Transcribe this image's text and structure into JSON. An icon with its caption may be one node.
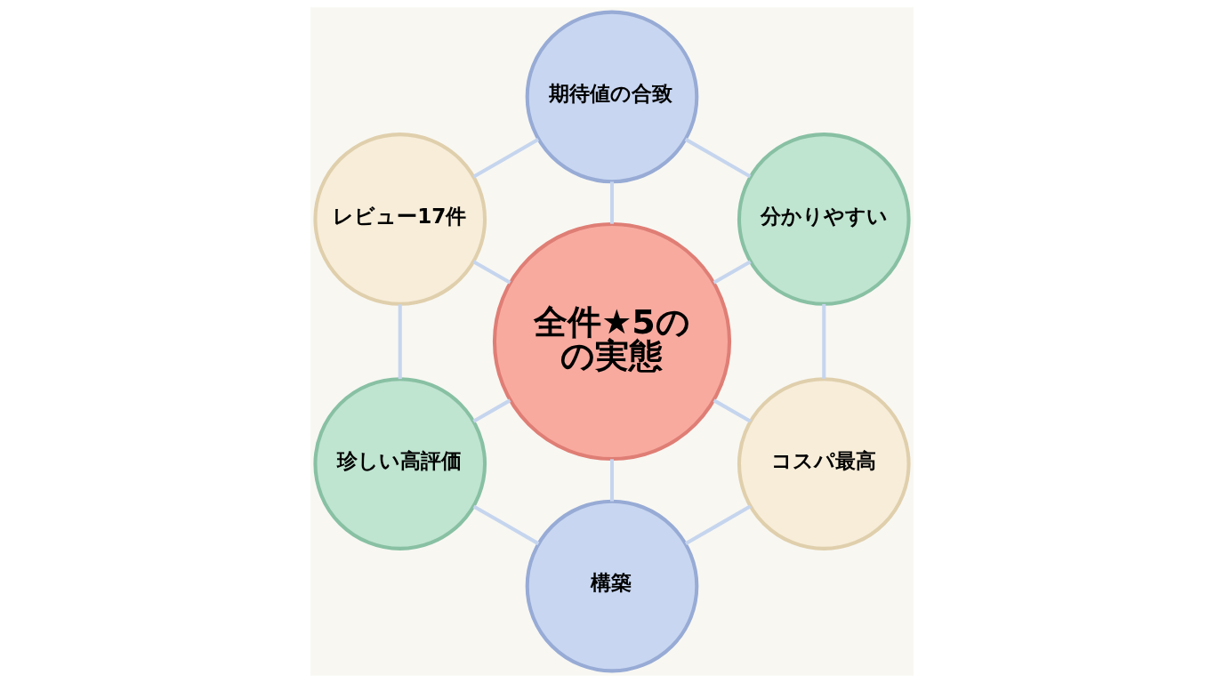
{
  "diagram": {
    "nodes": [
      {
        "text": [
          "全件★5のの実態"
        ]
      },
      {
        "text": [
          "期待値の合致"
        ]
      },
      {
        "text": [
          "分かりやすい"
        ]
      },
      {
        "text": [
          "コスパ最高"
        ]
      },
      {
        "text": [
          "構築"
        ]
      },
      {
        "text": [
          "珍しい高評価"
        ]
      },
      {
        "text": [
          "レビュー17件"
        ]
      }
    ],
    "edges": [
      {
        "from": 0,
        "to": 1,
        "arrow": "none"
      },
      {
        "from": 0,
        "to": 2,
        "arrow": "none"
      },
      {
        "from": 0,
        "to": 3,
        "arrow": "none"
      },
      {
        "from": 0,
        "to": 4,
        "arrow": "none"
      },
      {
        "from": 0,
        "to": 5,
        "arrow": "none"
      },
      {
        "from": 0,
        "to": 6,
        "arrow": "none"
      },
      {
        "from": 1,
        "to": 2,
        "arrow": "none"
      },
      {
        "from": 2,
        "to": 3,
        "arrow": "none"
      },
      {
        "from": 3,
        "to": 4,
        "arrow": "none"
      },
      {
        "from": 4,
        "to": 5,
        "arrow": "none"
      },
      {
        "from": 5,
        "to": 6,
        "arrow": "none"
      },
      {
        "from": 6,
        "to": 1,
        "arrow": "none"
      }
    ]
  }
}
